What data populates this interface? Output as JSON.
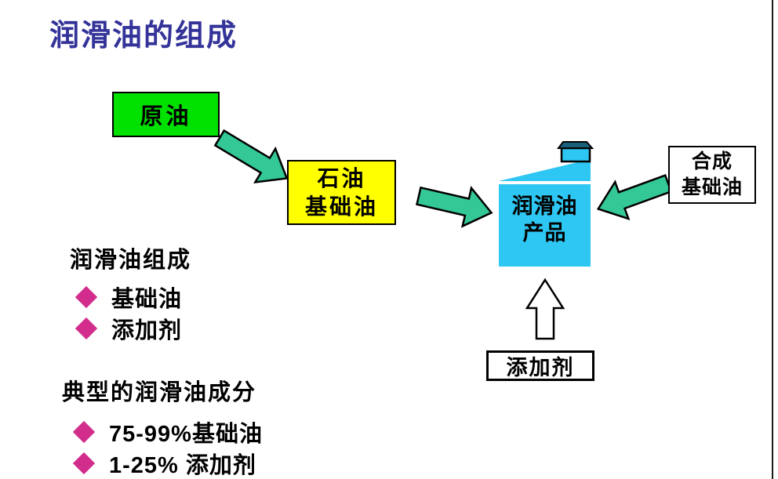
{
  "title": "润滑油的组成",
  "diagram": {
    "crude_oil_box": {
      "label": "原油",
      "fill": "#00E100"
    },
    "petroleum_base_oil_box": {
      "lines": [
        "石油",
        "基础油"
      ],
      "fill": "#FFFF00"
    },
    "lubricant_product_container": {
      "lines": [
        "润滑油",
        "产品"
      ],
      "fill": "#2EC6F2",
      "cap_fill": "#19617A"
    },
    "synthetic_base_oil_box": {
      "lines": [
        "合成",
        "基础油"
      ],
      "fill": "#FFFFFF"
    },
    "additive_box": {
      "label": "添加剂",
      "fill": "#FFFFFF"
    },
    "arrow_color": "#34C896",
    "up_arrow_fill": "#FFFFFF"
  },
  "notes": {
    "composition_heading": "润滑油组成",
    "composition_items": [
      "基础油",
      "添加剂"
    ],
    "typical_heading": "典型的润滑油成分",
    "typical_items": [
      "75-99%基础油",
      "1-25% 添加剂"
    ],
    "bullet_color": "#D22D8C",
    "title_color": "#333399"
  }
}
